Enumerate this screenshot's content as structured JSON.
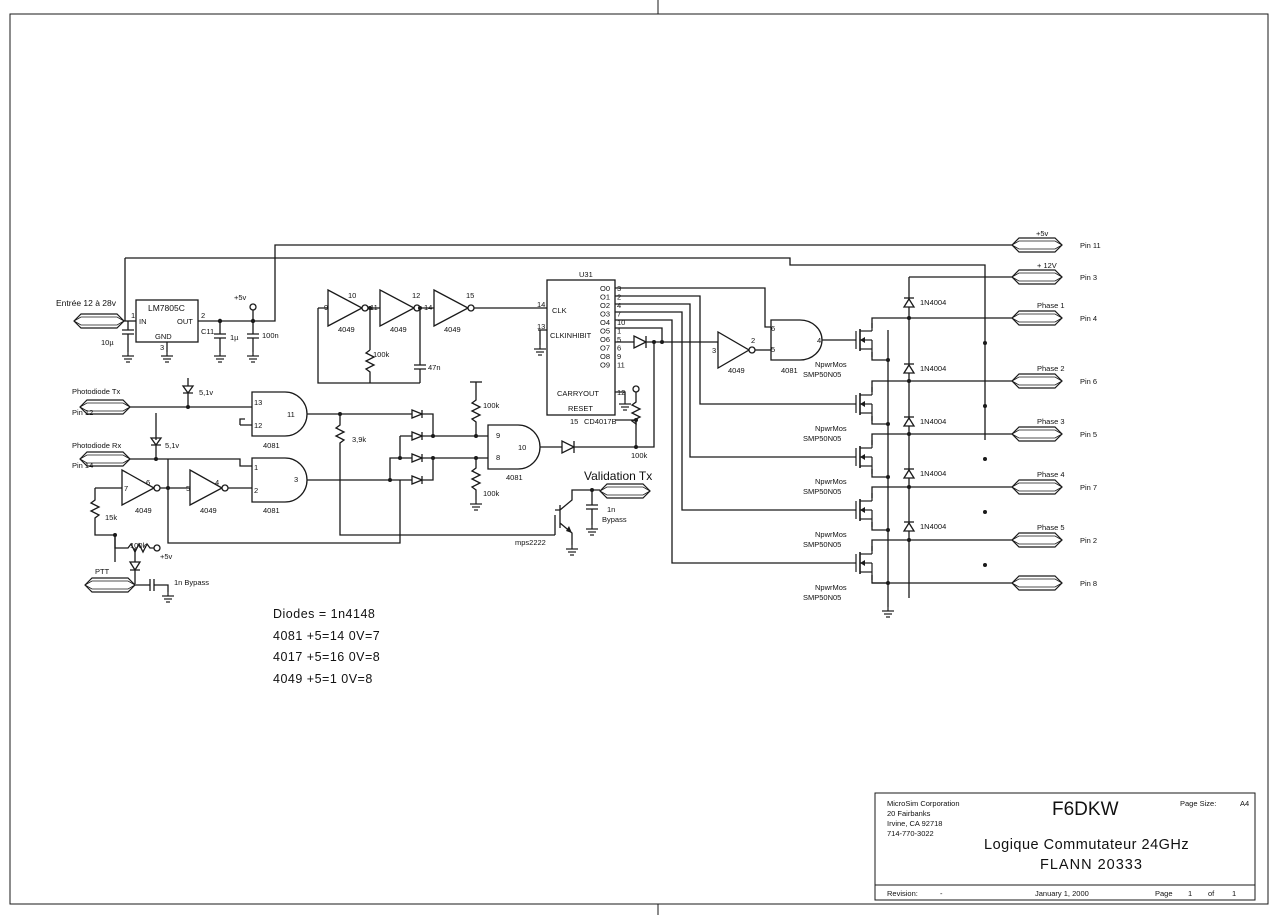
{
  "supply": {
    "input_label": "Entrée 12 à 28v",
    "reg_name": "LM7805C",
    "reg_in": "IN",
    "reg_out": "OUT",
    "reg_gnd": "GND",
    "reg_pin1": "1",
    "reg_pin2": "2",
    "reg_pin3": "3",
    "reg_ref": "C11",
    "cap_in": "10µ",
    "cap_out1": "1µ",
    "cap_out2": "100n",
    "plus5": "+5v"
  },
  "oscillator": {
    "chip": "4049",
    "pin9": "9",
    "pin10": "10",
    "pin11": "11",
    "pin12": "12",
    "pin14": "14",
    "pin15": "15",
    "resistor": "100k",
    "cap": "47n"
  },
  "counter": {
    "ref": "U31",
    "name": "CD4017B",
    "clk": "CLK",
    "clkinhibit": "CLKINHIBIT",
    "carryout": "CARRYOUT",
    "reset": "RESET",
    "pin14": "14",
    "pin13": "13",
    "pin15": "15",
    "pin12": "12",
    "out_names": [
      "O0",
      "O1",
      "O2",
      "O3",
      "O4",
      "O5",
      "O6",
      "O7",
      "O8",
      "O9"
    ],
    "out_pins": [
      "3",
      "2",
      "4",
      "7",
      "10",
      "1",
      "5",
      "6",
      "9",
      "11"
    ],
    "reset_res": "100k"
  },
  "phase_logic": {
    "inv_chip": "4049",
    "inv_in": "3",
    "inv_out": "2",
    "and_chip": "4081",
    "and_in_a": "6",
    "and_in_b": "5",
    "and_out": "4"
  },
  "detection": {
    "photo_tx": "Photodiode Tx",
    "pin12": "Pin 12",
    "photo_rx": "Photodiode Rx",
    "pin14": "Pin 14",
    "zener1": "5,1v",
    "zener2": "5,1v",
    "gate1_in_a": "13",
    "gate1_in_b": "12",
    "gate1_out": "11",
    "gate1_chip": "4081",
    "gate2_in_a": "1",
    "gate2_in_b": "2",
    "gate2_out": "3",
    "gate2_chip": "4081",
    "gate3_in_a": "9",
    "gate3_in_b": "8",
    "gate3_out": "10",
    "gate3_chip": "4081",
    "inv1_in": "7",
    "inv1_out": "6",
    "inv1_chip": "4049",
    "inv2_in": "5",
    "inv2_out": "4",
    "inv2_chip": "4049",
    "r_39k": "3,9k",
    "r_100k_top": "100k",
    "r_100k_bot": "100k",
    "r_15k": "15k",
    "r_100k_ptt": "100k",
    "plus5": "+5v",
    "ptt": "PTT",
    "bypass_ptt": "1n  Bypass",
    "validation": "Validation Tx",
    "bypass_val_1": "1n",
    "bypass_val_2": "Bypass",
    "transistor": "mps2222"
  },
  "outputs": {
    "plus5": "+5v",
    "pin11": "Pin 11",
    "plus12": "+ 12V",
    "pin3": "Pin 3",
    "diode": "1N4004",
    "mosfet_line1": "NpwrMos",
    "mosfet_line2": "SMP50N05",
    "phases": [
      {
        "label": "Phase 1",
        "pin": "Pin 4"
      },
      {
        "label": "Phase 2",
        "pin": "Pin 6"
      },
      {
        "label": "Phase 3",
        "pin": "Pin 5"
      },
      {
        "label": "Phase 4",
        "pin": "Pin 7"
      },
      {
        "label": "Phase 5",
        "pin": "Pin 2"
      }
    ],
    "pin8": "Pin 8"
  },
  "notes": [
    "Diodes = 1n4148",
    "4081 +5=14 0V=7",
    "4017 +5=16 0V=8",
    "4049 +5=1 0V=8"
  ],
  "title_block": {
    "company": [
      "MicroSim Corporation",
      "20 Fairbanks",
      "Irvine, CA  92718",
      "714-770-3022"
    ],
    "author": "F6DKW",
    "page_size_label": "Page Size:",
    "page_size": "A4",
    "title": "Logique Commutateur 24GHz",
    "subtitle": "FLANN 20333",
    "revision_label": "Revision:",
    "revision": "-",
    "date": "January 1, 2000",
    "page_label": "Page",
    "page": "1",
    "of_label": "of",
    "pages": "1"
  }
}
